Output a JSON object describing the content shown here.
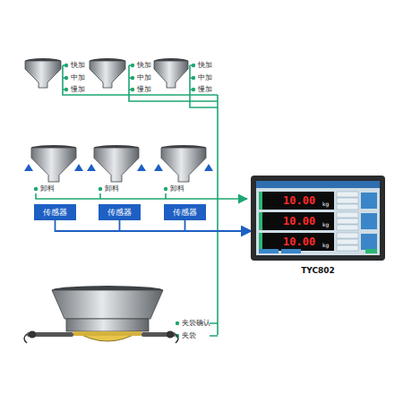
{
  "diagram": {
    "nodes": [
      {
        "text": [
          "传感器"
        ]
      },
      {
        "text": [
          "传感器"
        ]
      },
      {
        "text": [
          "传感器"
        ]
      },
      {
        "text": [
          "TYC802"
        ]
      }
    ],
    "edges": [
      {
        "from": 0,
        "to": 3,
        "arrow": "to"
      },
      {
        "from": 1,
        "to": 3,
        "arrow": "to"
      },
      {
        "from": 2,
        "to": 3,
        "arrow": "to"
      }
    ],
    "labels": [
      "快加",
      "中加",
      "慢加",
      "快加",
      "中加",
      "慢加",
      "快加",
      "中加",
      "慢加",
      "卸料",
      "卸料",
      "卸料",
      "夹袋确认",
      "夹袋",
      "10.00",
      "kg",
      "10.00",
      "kg",
      "10.00",
      "kg"
    ]
  }
}
